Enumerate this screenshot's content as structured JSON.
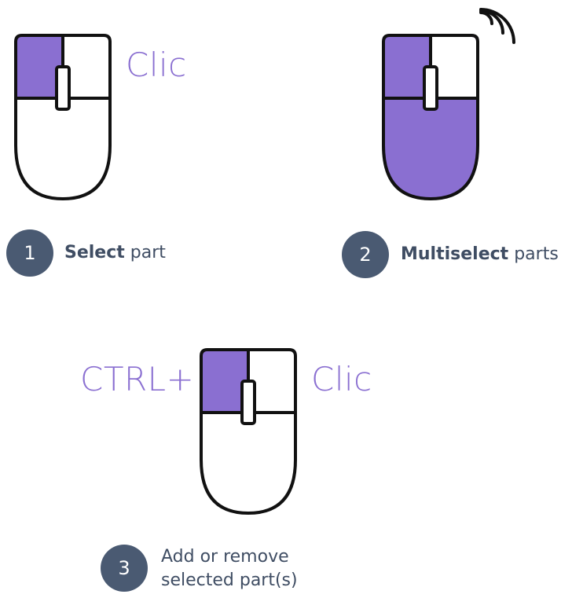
{
  "colors": {
    "accent": "#8a6fd1",
    "outline": "#111111",
    "badge": "#4a5a72",
    "caption_text": "#3f4d63"
  },
  "steps": [
    {
      "number": "1",
      "action_label": "Clic",
      "caption_strong": "Select",
      "caption_rest": " part",
      "icon": "mouse-left-click-icon"
    },
    {
      "number": "2",
      "caption_strong": "Multiselect",
      "caption_rest": " parts",
      "icon": "mouse-hold-icon",
      "extra_icon": "signal-waves-icon"
    },
    {
      "number": "3",
      "modifier_label": "CTRL+",
      "action_label": "Clic",
      "caption_line1": "Add or remove",
      "caption_line2": "selected part(s)",
      "icon": "mouse-left-click-icon"
    }
  ]
}
